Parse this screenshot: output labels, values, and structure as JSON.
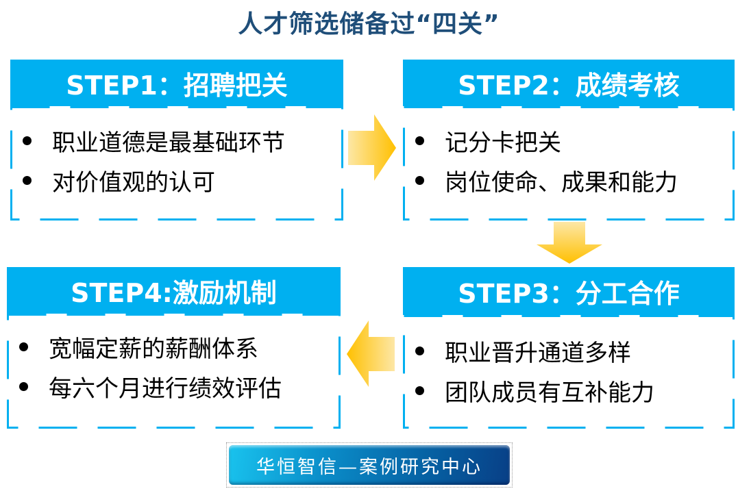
{
  "title": "人才筛选储备过“四关”",
  "colors": {
    "title": "#1f4e79",
    "header_bg": "#00b0f0",
    "dash": "#00b0f0",
    "arrow_light": "#fde6a0",
    "arrow_dark": "#ffc000"
  },
  "steps": [
    {
      "header": "STEP1：招聘把关",
      "items": [
        "职业道德是最基础环节",
        "对价值观的认可"
      ]
    },
    {
      "header": "STEP2：成绩考核",
      "items": [
        "记分卡把关",
        "岗位使命、成果和能力"
      ]
    },
    {
      "header": "STEP3：分工合作",
      "items": [
        "职业晋升通道多样",
        "团队成员有互补能力"
      ]
    },
    {
      "header": "STEP4:激励机制",
      "items": [
        "宽幅定薪的薪酬体系",
        "每六个月进行绩效评估"
      ]
    }
  ],
  "arrows": [
    {
      "icon": "arrow-right-icon",
      "from": "STEP1",
      "to": "STEP2"
    },
    {
      "icon": "arrow-down-icon",
      "from": "STEP2",
      "to": "STEP3"
    },
    {
      "icon": "arrow-left-icon",
      "from": "STEP3",
      "to": "STEP4"
    }
  ],
  "footer": {
    "label": "华恒智信—案例研究中心"
  }
}
